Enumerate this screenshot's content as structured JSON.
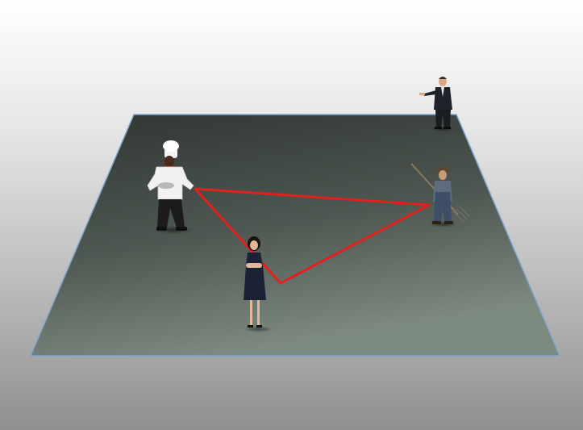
{
  "scene": {
    "background_top": "#ffffff",
    "background_bottom": "#8f8f8f",
    "floor_color_far": "#2f3532",
    "floor_color_near": "#7d8a80",
    "floor_edge_color": "#7ea6cf",
    "triangle_color": "#e0211d",
    "figures": [
      {
        "role": "chef",
        "icon": "chef-figure"
      },
      {
        "role": "businesswoman",
        "icon": "woman-figure"
      },
      {
        "role": "farmer",
        "icon": "farmer-figure"
      },
      {
        "role": "businessman",
        "icon": "businessman-figure"
      }
    ]
  }
}
